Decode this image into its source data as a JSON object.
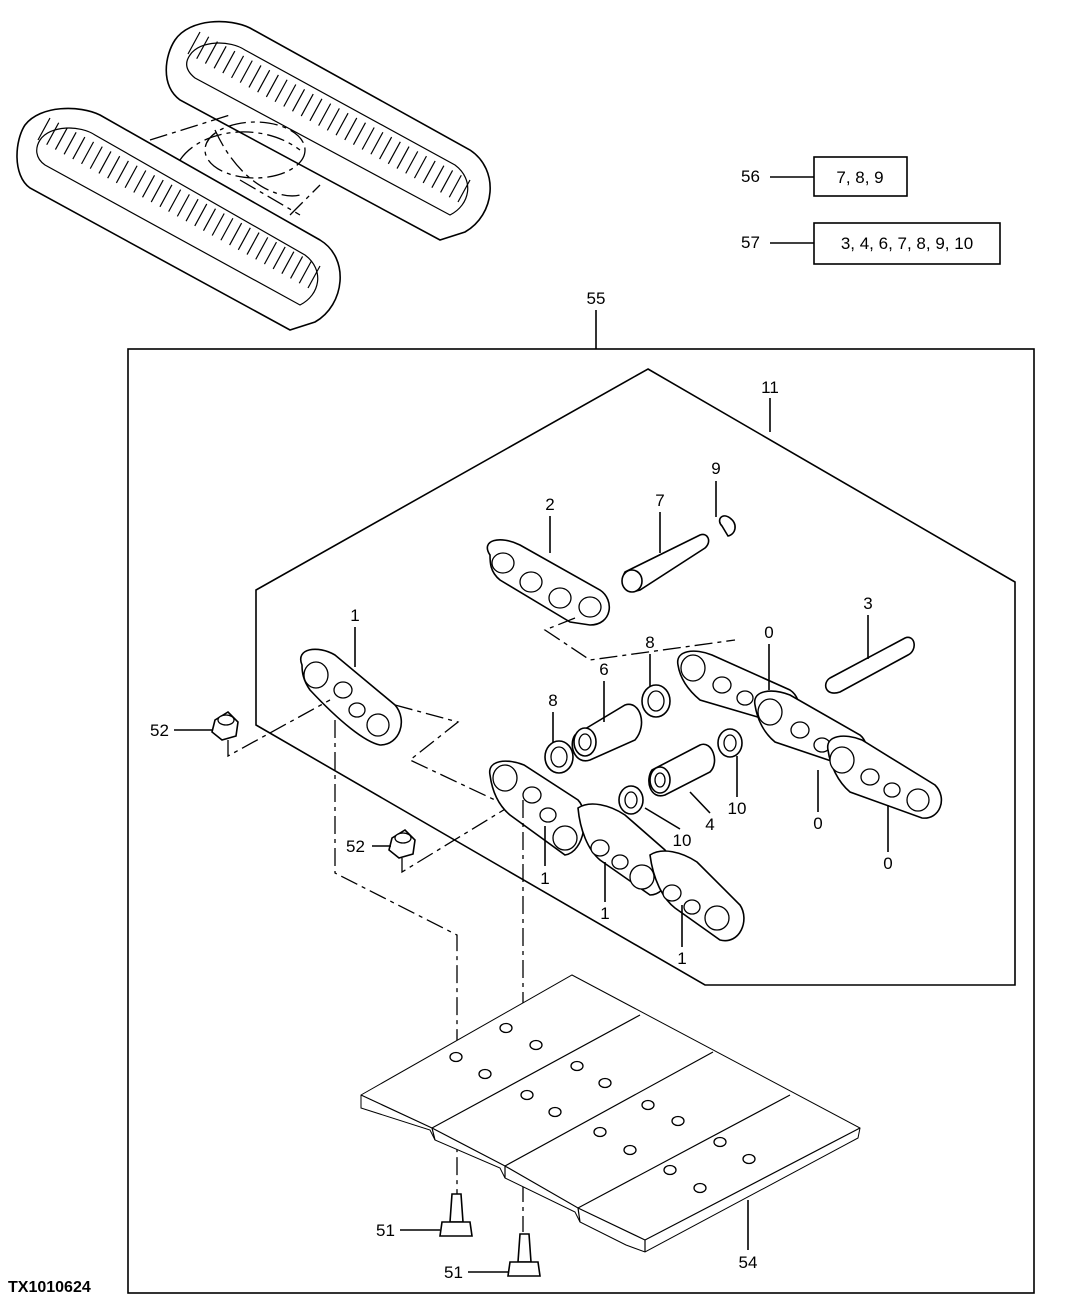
{
  "figure_code": "TX1010624",
  "reference_boxes": [
    {
      "callout": "56",
      "contents": "7, 8, 9"
    },
    {
      "callout": "57",
      "contents": "3, 4, 6, 7, 8, 9, 10"
    }
  ],
  "callouts": {
    "c55": "55",
    "c11": "11",
    "c2": "2",
    "c7": "7",
    "c9": "9",
    "c3": "3",
    "c1_top": "1",
    "c8_left": "8",
    "c6": "6",
    "c8_right": "8",
    "c0_top": "0",
    "c10_mid": "10",
    "c10_low": "10",
    "c4": "4",
    "c0_mid": "0",
    "c0_right": "0",
    "c1_a": "1",
    "c1_b": "1",
    "c1_c": "1",
    "c52_top": "52",
    "c52_low": "52",
    "c51_a": "51",
    "c51_b": "51",
    "c54": "54"
  }
}
